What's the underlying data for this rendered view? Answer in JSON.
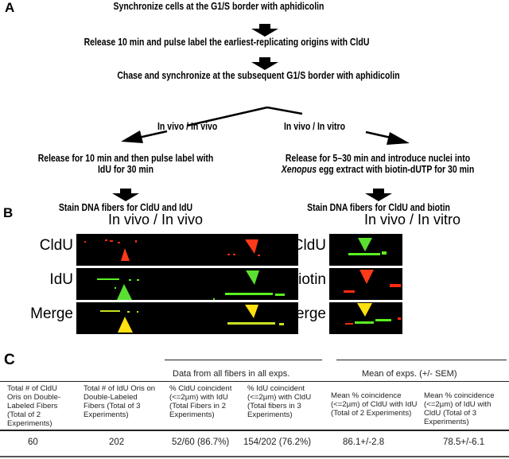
{
  "panel_a": {
    "letter": "A",
    "steps": [
      "Synchronize cells at the G1/S border with aphidicolin",
      "Release 10 min and pulse label the earliest-replicating origins with CldU",
      "Chase and synchronize at the subsequent G1/S border with aphidicolin"
    ],
    "branches": {
      "left_label": "In vivo / In vivo",
      "right_label": "In vivo / In vitro",
      "left_step_line1": "Release for 10 min and then pulse label with",
      "left_step_line2": "IdU for 30 min",
      "right_step_line1": "Release for 5–30 min and introduce nuclei into",
      "right_step_line2_italic": "Xenopus",
      "right_step_line2_rest": " egg extract with biotin-dUTP for 30 min",
      "left_final": "Stain DNA fibers for CldU and IdU",
      "right_final": "Stain DNA fibers for CldU and biotin"
    }
  },
  "panel_b": {
    "letter": "B",
    "left_title": "In vivo / In vivo",
    "right_title": "In vivo / In vitro",
    "left_rows": [
      "CldU",
      "IdU",
      "Merge"
    ],
    "right_rows": [
      "CldU",
      "Biotin",
      "Merge"
    ],
    "colors": {
      "red": "#ff2a10",
      "green": "#5af020",
      "yellow": "#ffe010"
    }
  },
  "panel_c": {
    "letter": "C",
    "group_headers": [
      "Data from all fibers in all exps.",
      "Mean of exps. (+/- SEM)"
    ],
    "columns": [
      "Total # of CldU Oris on Double-Labeled Fibers (Total of 2 Experiments)",
      "Total # of IdU Oris on Double-Labeled Fibers (Total of 3 Experiments)",
      "% CldU coincident (<=2µm) with IdU (Total Fibers in 2 Experiments)",
      "% IdU coincident (<=2µm) with CldU (Total fibers in 3 Experiments)",
      "Mean % coincidence (<=2µm) of CldU with IdU (Total of 2 Experiments)",
      "Mean % coincidence (<=2µm) of IdU with CldU (Total of 3 Experiments)"
    ],
    "row": [
      "60",
      "202",
      "52/60 (86.7%)",
      "154/202 (76.2%)",
      "86.1+/-2.8",
      "78.5+/-6.1"
    ]
  }
}
